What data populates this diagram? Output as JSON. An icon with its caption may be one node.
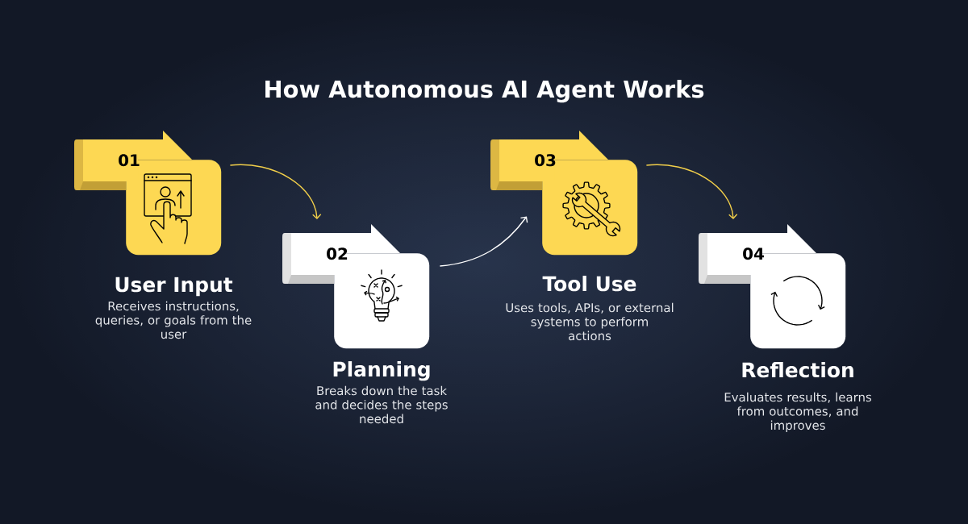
{
  "diagram": {
    "title": "How Autonomous AI Agent Works",
    "nodes": [
      {
        "text": [
          "01",
          "User Input",
          "Receives instructions, queries, or goals from the user"
        ]
      },
      {
        "text": [
          "02",
          "Planning",
          "Breaks down the task and decides the steps needed"
        ]
      },
      {
        "text": [
          "03",
          "Tool Use",
          "Uses tools, APIs, or external systems to perform actions"
        ]
      },
      {
        "text": [
          "04",
          "Reflection",
          "Evaluates results, learns from outcomes, and improves"
        ]
      }
    ],
    "edges": [
      {
        "from": 0,
        "to": 1,
        "arrow": "to"
      },
      {
        "from": 1,
        "to": 2,
        "arrow": "to",
        "color": "#ffffff"
      },
      {
        "from": 2,
        "to": 3,
        "arrow": "to"
      }
    ]
  }
}
